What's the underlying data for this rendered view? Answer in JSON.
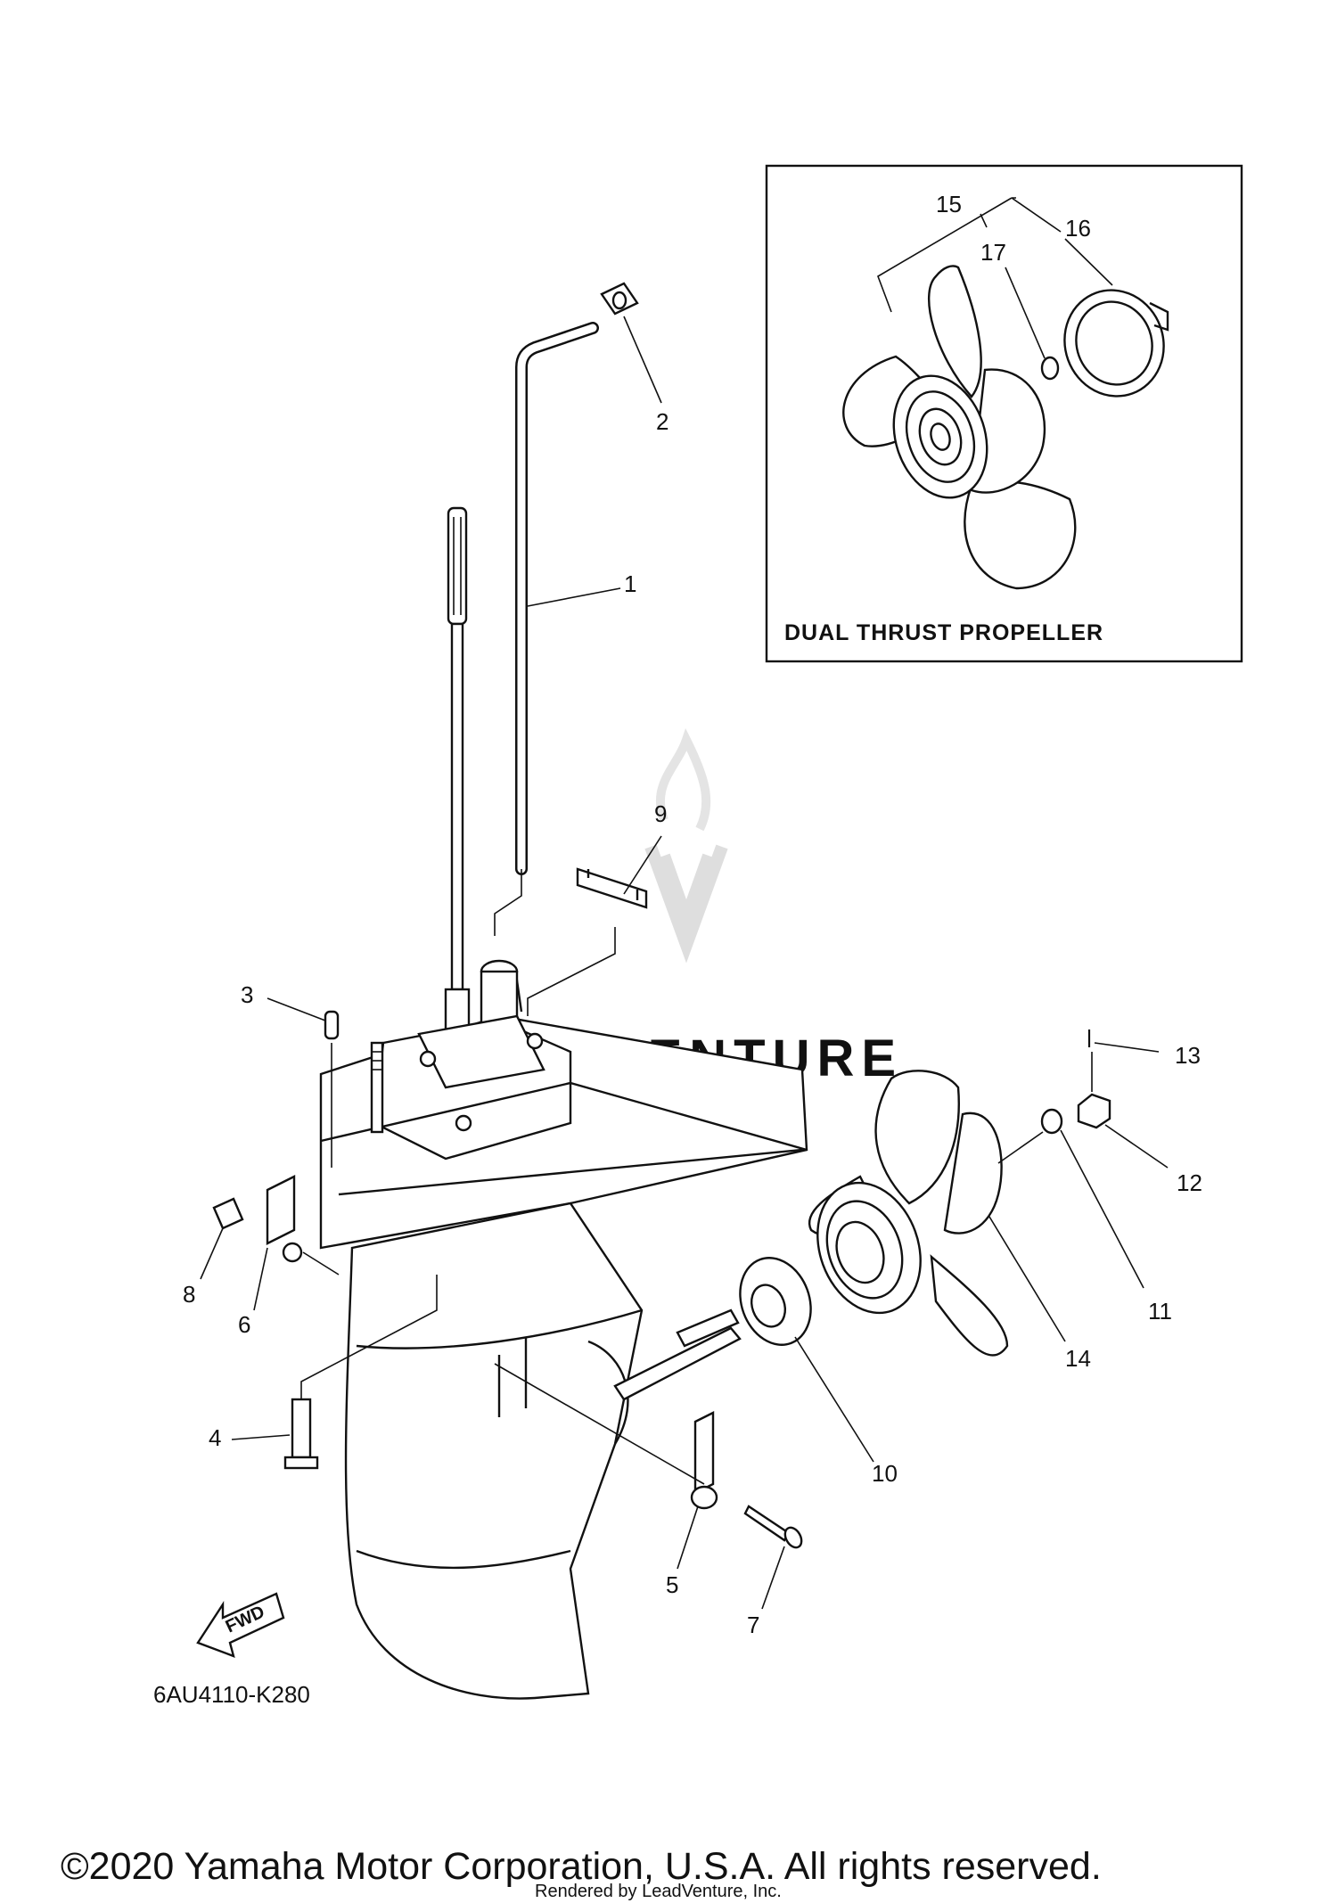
{
  "inset": {
    "title": "DUAL THRUST PROPELLER",
    "callouts": [
      "15",
      "16",
      "17"
    ]
  },
  "callouts": [
    "1",
    "2",
    "3",
    "4",
    "5",
    "6",
    "7",
    "8",
    "9",
    "10",
    "11",
    "12",
    "13",
    "14"
  ],
  "fwd_label": "FWD",
  "drawing_code": "6AU4110-K280",
  "watermark_text": "LEADVENTURE",
  "copyright": "©2020 Yamaha Motor Corporation, U.S.A. All rights reserved.",
  "rendered_by": "Rendered by LeadVenture, Inc."
}
